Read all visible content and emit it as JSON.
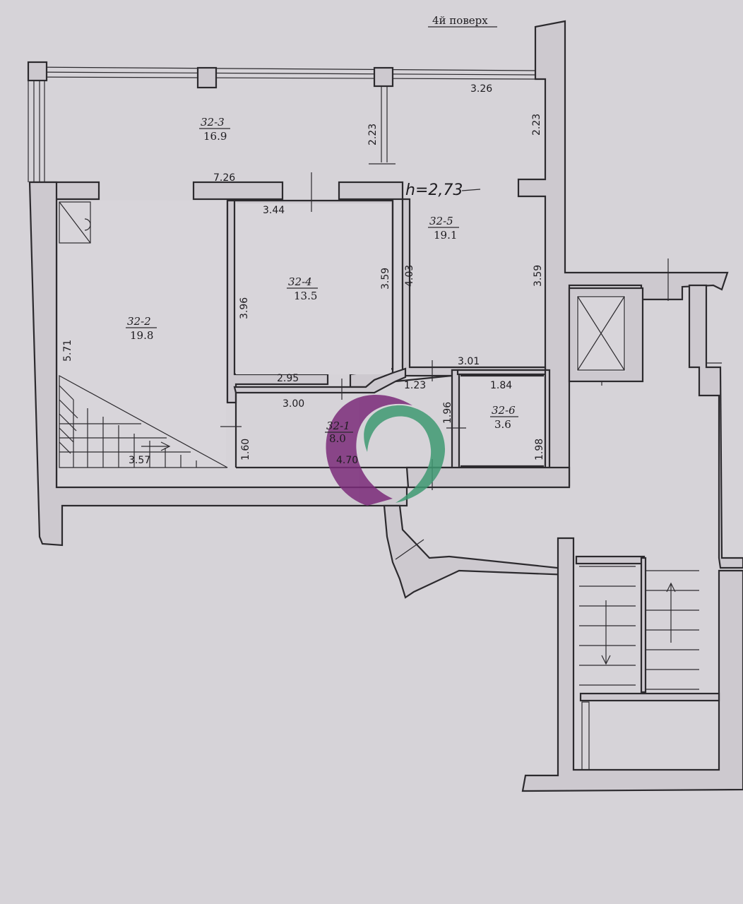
{
  "floor_title": "4й поверх",
  "ceiling_height": "h=2,73",
  "rooms": [
    {
      "id": "32-3",
      "area": "16.9"
    },
    {
      "id": "32-2",
      "area": "19.8"
    },
    {
      "id": "32-4",
      "area": "13.5"
    },
    {
      "id": "32-5",
      "area": "19.1"
    },
    {
      "id": "32-1",
      "area": "8.0"
    },
    {
      "id": "32-6",
      "area": "3.6"
    }
  ],
  "dimensions": {
    "balcony_width_left": "7.26",
    "balcony_width_right": "3.26",
    "balcony_depth_left": "2.23",
    "balcony_depth_right": "2.23",
    "room4_top": "3.44",
    "room4_left": "3.96",
    "room4_right": "3.59",
    "room4_bottom": "2.95",
    "room5_left": "4.03",
    "room5_right": "3.59",
    "room5_bottom": "3.01",
    "room2_left": "5.71",
    "room2_stair": "3.57",
    "hall_top": "3.00",
    "hall_left": "1.60",
    "hall_bottom": "4.70",
    "corridor_width": "1.23",
    "corridor_depth": "1.96",
    "bath_top": "1.84",
    "bath_right": "1.98"
  },
  "colors": {
    "watermark_purple": "#7b2b7a",
    "watermark_green": "#3f9a73"
  }
}
